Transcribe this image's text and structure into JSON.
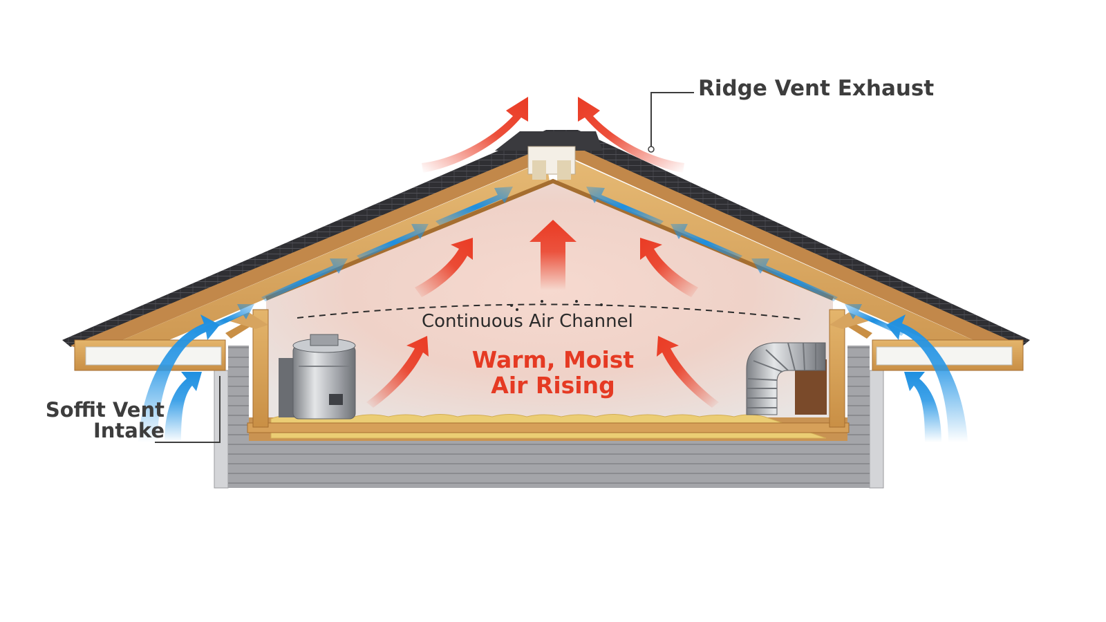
{
  "labels": {
    "ridge_vent": "Ridge Vent Exhaust",
    "soffit_vent_line1": "Soffit Vent",
    "soffit_vent_line2": "Intake",
    "air_channel": "Continuous Air Channel",
    "warm_air_line1": "Warm, Moist",
    "warm_air_line2": "Air Rising"
  },
  "icons": {
    "hot_air_arrows": "red-arrow-icon",
    "cool_air_arrows": "blue-arrow-icon",
    "water_heater": "water-heater-icon",
    "duct": "flex-duct-icon"
  },
  "colors": {
    "hot_air": "#ea3b24",
    "cool_air": "#1e8fe0",
    "wood": "#d9a45a",
    "roof_shingles": "#2f2f33",
    "attic_glow": "#f4c9bd",
    "insulation": "#e8c86a",
    "siding": "#a8a9ad",
    "label_text": "#3d3d3d"
  }
}
